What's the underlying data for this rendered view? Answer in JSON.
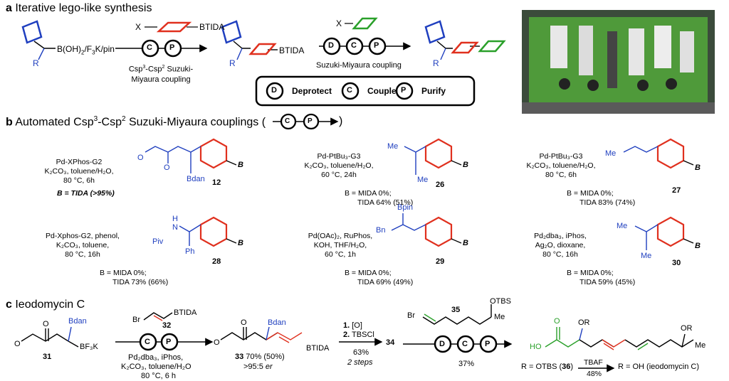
{
  "panel_a": {
    "title_letter": "a",
    "title": "Iterative lego-like synthesis",
    "start_group": "B(OH)",
    "start_group_tail": "/F",
    "start_group_tail2": "K/pin",
    "r_label": "R",
    "reagent1_x": "X",
    "reagent1_btida": "BTIDA",
    "step1_line1": "Csp",
    "step1_line1b": "-Csp",
    "step1_line1c": " Suzuki-",
    "step1_line2": "Miyaura coupling",
    "product1_btida": "BTIDA",
    "reagent2_x": "X",
    "step2_label": "Suzuki-Miyaura coupling",
    "legend": [
      {
        "letter": "D",
        "text": "Deprotect"
      },
      {
        "letter": "C",
        "text": "Couple"
      },
      {
        "letter": "P",
        "text": "Purify"
      }
    ]
  },
  "panel_b": {
    "title_letter": "b",
    "title": "Automated Csp",
    "title_b": "-Csp",
    "title_c": " Suzuki-Miyaura couplings (",
    "title_end": ")",
    "entries": [
      {
        "cond": [
          "Pd-XPhos-G2",
          "K₂CO₃, toluene/H₂O,",
          "80 °C, 6h"
        ],
        "result": [
          "B = TIDA (>95%)"
        ],
        "number": "12",
        "subs": [
          "Bdan"
        ]
      },
      {
        "cond": [
          "Pd-PtBu₃-G3",
          "K₂CO₃, toluene/H₂O,",
          "60 °C, 24h"
        ],
        "result": [
          "B = MIDA 0%;",
          "TIDA 64% (51%)"
        ],
        "number": "26",
        "subs": [
          "Me",
          "Me"
        ]
      },
      {
        "cond": [
          "Pd-PtBu₃-G3",
          "K₂CO₃, toluene/H₂O,",
          "80 °C, 6h"
        ],
        "result": [
          "B = MIDA 0%;",
          "TIDA 83% (74%)"
        ],
        "number": "27",
        "subs": [
          "Me"
        ]
      },
      {
        "cond": [
          "Pd-Xphos-G2, phenol,",
          "K₂CO₃, toluene,",
          "80 °C, 16h"
        ],
        "result": [
          "B = MIDA 0%;",
          "TIDA 73% (66%)"
        ],
        "number": "28",
        "subs": [
          "H",
          "N",
          "Piv",
          "Ph"
        ]
      },
      {
        "cond": [
          "Pd(OAc)₂, RuPhos,",
          "KOH, THF/H₂O,",
          "60 °C, 1h"
        ],
        "result": [
          "B = MIDA 0%;",
          "TIDA 69% (49%)"
        ],
        "number": "29",
        "subs": [
          "Bpin",
          "Bn"
        ]
      },
      {
        "cond": [
          "Pd₂dba₃, iPhos,",
          "Ag₂O, dioxane,",
          "80 °C, 16h"
        ],
        "result": [
          "B = MIDA 0%;",
          "TIDA 59% (45%)"
        ],
        "number": "30",
        "subs": [
          "Me",
          "Me"
        ]
      }
    ],
    "aryl_label": "B"
  },
  "panel_c": {
    "title_letter": "c",
    "title": "Ieodomycin C",
    "sm_number": "31",
    "sm_bdan": "Bdan",
    "sm_bf3k": "BF₃K",
    "reagent_br": "Br",
    "reagent_btida": "BTIDA",
    "reagent_number": "32",
    "cond1": "Pd₂dba₃, iPhos,",
    "cond2": "K₂CO₃, toluene/H₂O",
    "cond3": "80 °C, 6 h",
    "p33_bdan": "Bdan",
    "p33_btida": "BTIDA",
    "p33_label": "33",
    "p33_yield": " 70% (50%)",
    "p33_er": ">95:5 ",
    "p33_er_unit": "er",
    "step_a1": "1.",
    "step_a1_text": " [O]",
    "step_a2": "2.",
    "step_a2_text": " TBSCl",
    "step_yield": "63%",
    "step_note": "2 steps",
    "cpd34": "34",
    "r35_br": "Br",
    "r35_number": "35",
    "r35_otbs": "OTBS",
    "r35_me": "Me",
    "dcp_yield": "37%",
    "final_ho": "HO",
    "final_or1": "OR",
    "final_or2": "OR",
    "final_me": "Me",
    "final_r1": "R = OTBS (",
    "final_r1_num": "36",
    "final_r1_end": ")",
    "tbaf": "TBAF",
    "tbaf_yield": "48%",
    "final_r2": "R = OH (ieodomycin C)"
  }
}
